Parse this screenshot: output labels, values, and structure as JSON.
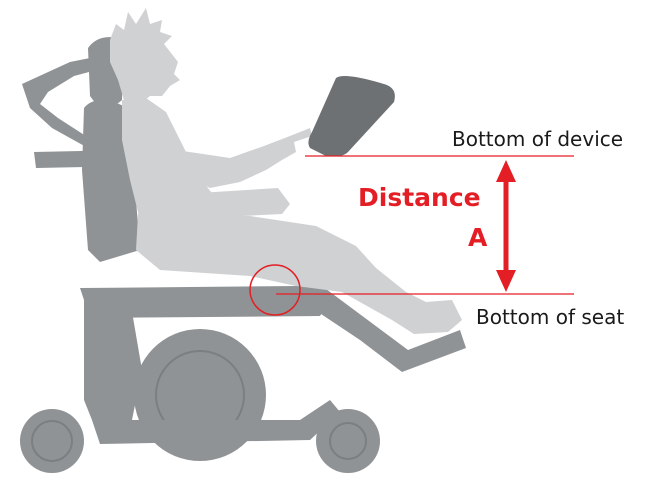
{
  "labels": {
    "bottom_of_device": "Bottom of device",
    "bottom_of_seat": "Bottom of seat",
    "distance_line1": "Distance",
    "distance_line2": "A"
  },
  "colors": {
    "accent_red": "#e31e24",
    "chair_gray": "#8f9395",
    "chair_dark": "#6f7375",
    "person_light": "#cfd1d3",
    "device_dark": "#6e7173",
    "label_text": "#1a1a1a",
    "background": "#ffffff"
  },
  "icons": {
    "wheelchair": "power-wheelchair-illustration",
    "person": "seated-person-silhouette",
    "device": "tablet-device",
    "arrow": "double-headed-arrow",
    "highlight": "seat-edge-circle"
  }
}
